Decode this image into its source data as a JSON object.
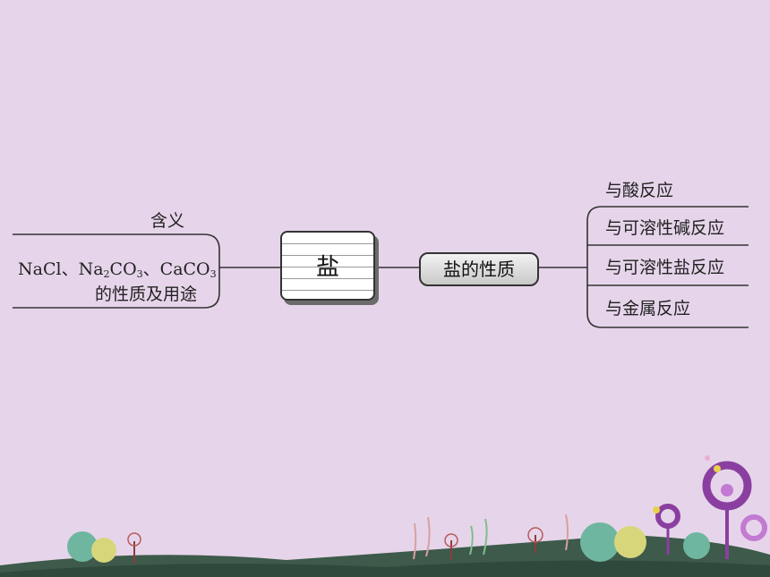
{
  "center_topic": "盐",
  "left_branch": {
    "meaning": "含义",
    "line1_parts": [
      "NaCl、Na",
      "2",
      "CO",
      "3",
      "、CaCO",
      "3"
    ],
    "line2": "的性质及用途"
  },
  "right_branch": {
    "node": "盐的性质",
    "items": [
      "与酸反应",
      "与可溶性碱反应",
      "与可溶性盐反应",
      "与金属反应"
    ]
  },
  "colors": {
    "background": "#e6d5ea",
    "lines": "#333333",
    "ground": "#3d5a4a"
  }
}
